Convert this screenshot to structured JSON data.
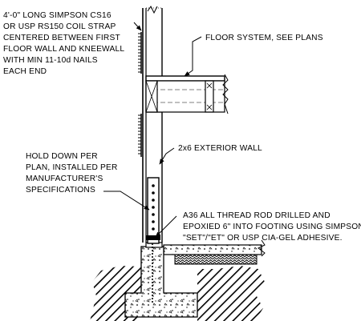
{
  "notes": {
    "coil_strap": [
      "4'-0\" LONG SIMPSON CS16",
      "OR USP RS150 COIL STRAP",
      "CENTERED BETWEEN FIRST",
      "FLOOR WALL AND KNEEWALL",
      "WITH MIN 11-10d NAILS",
      "EACH END"
    ],
    "floor_system": "FLOOR SYSTEM, SEE PLANS",
    "exterior_wall": "2x6 EXTERIOR WALL",
    "hold_down": [
      "HOLD DOWN PER",
      "PLAN, INSTALLED PER",
      "MANUFACTURER'S",
      "SPECIFICATIONS"
    ],
    "threaded_rod": [
      "A36 ALL THREAD ROD DRILLED AND",
      "EPOXIED 6\" INTO FOOTING USING SIMPSON",
      "\"SET\"/\"ET\" OR USP CIA-GEL ADHESIVE."
    ]
  },
  "colors": {
    "line": "#000000",
    "background": "#ffffff"
  }
}
